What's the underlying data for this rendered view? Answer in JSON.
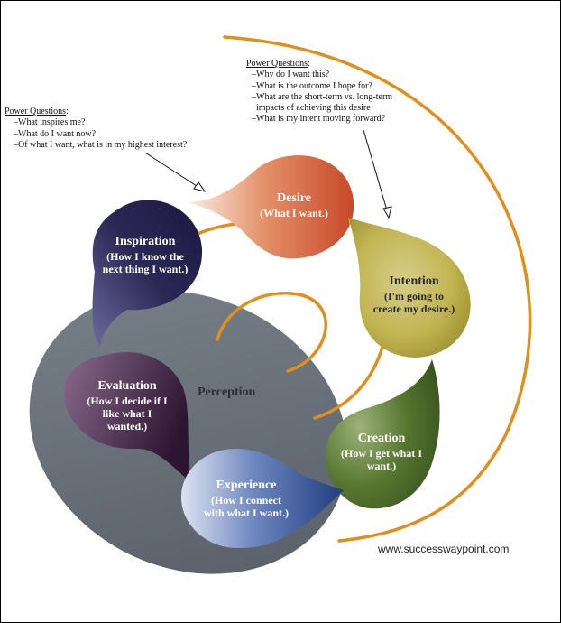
{
  "colors": {
    "orange": "#df8f1c",
    "desire": "#d05a32",
    "intention": "#c2b552",
    "creation": "#4e6d2c",
    "experience": "#2b4c8b",
    "evaluation": "#3f2240",
    "inspiration": "#2b2653",
    "perception": "#666e78"
  },
  "left_questions": {
    "heading": "Power Questions",
    "items": [
      "–What inspires me?",
      "–What do I want now?",
      "–Of what I want, what is in my highest interest?"
    ]
  },
  "right_questions": {
    "heading": "Power Questions",
    "items": [
      "–Why do I want this?",
      "–What is the outcome I hope for?",
      "–What are the short-term vs. long-term",
      "  impacts of achieving this desire",
      "–What is my intent moving forward?"
    ]
  },
  "stages": {
    "desire": {
      "title": "Desire",
      "sub": [
        "(What I want.)"
      ]
    },
    "intention": {
      "title": "Intention",
      "sub": [
        "(I'm going to",
        "create my desire.)"
      ]
    },
    "creation": {
      "title": "Creation",
      "sub": [
        "(How I get what I",
        "want.)"
      ]
    },
    "experience": {
      "title": "Experience",
      "sub": [
        "(How I connect",
        "with what I want.)"
      ]
    },
    "evaluation": {
      "title": "Evaluation",
      "sub": [
        "(How I decide if I",
        "like what I",
        "wanted.)"
      ]
    },
    "inspiration": {
      "title": "Inspiration",
      "sub": [
        "(How I know the",
        "next thing I want.)"
      ]
    }
  },
  "perception_label": "Perception",
  "website": "www.successwaypoint.com"
}
